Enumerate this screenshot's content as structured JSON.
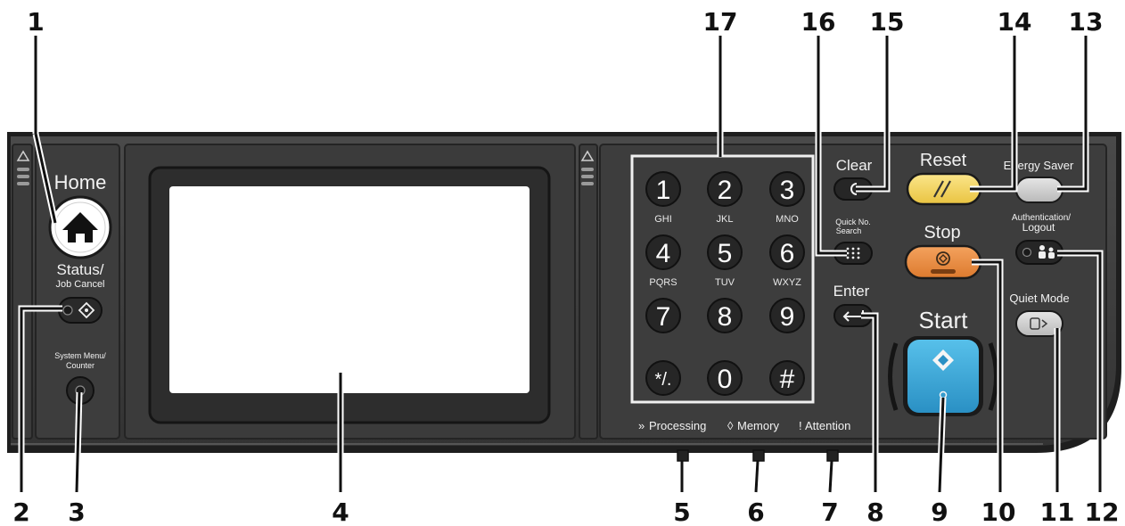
{
  "callouts": [
    "1",
    "2",
    "3",
    "4",
    "5",
    "6",
    "7",
    "8",
    "9",
    "10",
    "11",
    "12",
    "13",
    "14",
    "15",
    "16",
    "17"
  ],
  "labels": {
    "home": "Home",
    "status_line1": "Status/",
    "status_line2": "Job Cancel",
    "system_line1": "System Menu/",
    "system_line2": "Counter",
    "clear": "Clear",
    "quick_line1": "Quick No.",
    "quick_line2": "Search",
    "enter": "Enter",
    "reset": "Reset",
    "stop": "Stop",
    "start": "Start",
    "energy_saver": "Energy Saver",
    "auth_line1": "Authentication/",
    "auth_line2": "Logout",
    "quiet_mode": "Quiet Mode",
    "processing": "Processing",
    "memory": "Memory",
    "attention": "Attention"
  },
  "keypad": {
    "keys": [
      "1",
      "2",
      "3",
      "4",
      "5",
      "6",
      "7",
      "8",
      "9",
      "*/.",
      "0",
      "#"
    ],
    "sublabels": [
      "GHI",
      "JKL",
      "MNO",
      "PQRS",
      "TUV",
      "WXYZ"
    ]
  },
  "icons": {
    "home": "house-icon",
    "status": "diamond-icon",
    "clear": "c-letter-icon",
    "quick_search": "grid-dots-icon",
    "enter": "return-arrow-icon",
    "reset": "double-slash-icon",
    "stop": "stop-circle-icon",
    "start": "start-diamond-icon",
    "energy_saver": "moon-icon",
    "auth": "users-icon",
    "quiet": "quiet-mode-icon"
  },
  "colors": {
    "panel": "#3a3a3a",
    "panel_edge": "#1e1e1e",
    "button_dark": "#2b2b2b",
    "reset_yellow": "#f3d45c",
    "stop_orange": "#e98a3e",
    "start_blue": "#3aa6d8",
    "screen": "#ffffff"
  }
}
